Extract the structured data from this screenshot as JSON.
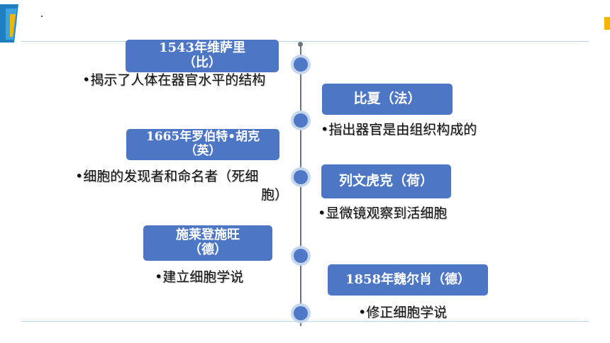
{
  "events": [
    {
      "title_line1": "1543年维萨里",
      "title_line2": "（比）",
      "desc": "•揭示了人体在器官水平的结构"
    },
    {
      "title_line1": "比夏（法）",
      "desc": "•指出器官是由组织构成的"
    },
    {
      "title_line1": "1665年罗伯特•胡克",
      "title_line2": "（英）",
      "desc_line1": "•细胞的发现者和命名者（死细",
      "desc_line2": "胞）"
    },
    {
      "title_line1": "列文虎克（荷）",
      "desc": "•显微镜观察到活细胞"
    },
    {
      "title_line1": "施莱登施旺",
      "title_line2": "（德）",
      "desc": "•建立细胞学说"
    },
    {
      "title_line1": "1858年魏尔肖（德）",
      "desc": "•修正细胞学说"
    }
  ],
  "colors": {
    "box": "#4d77c4",
    "dot": "#4f79c6",
    "accent": "#f2b705"
  }
}
